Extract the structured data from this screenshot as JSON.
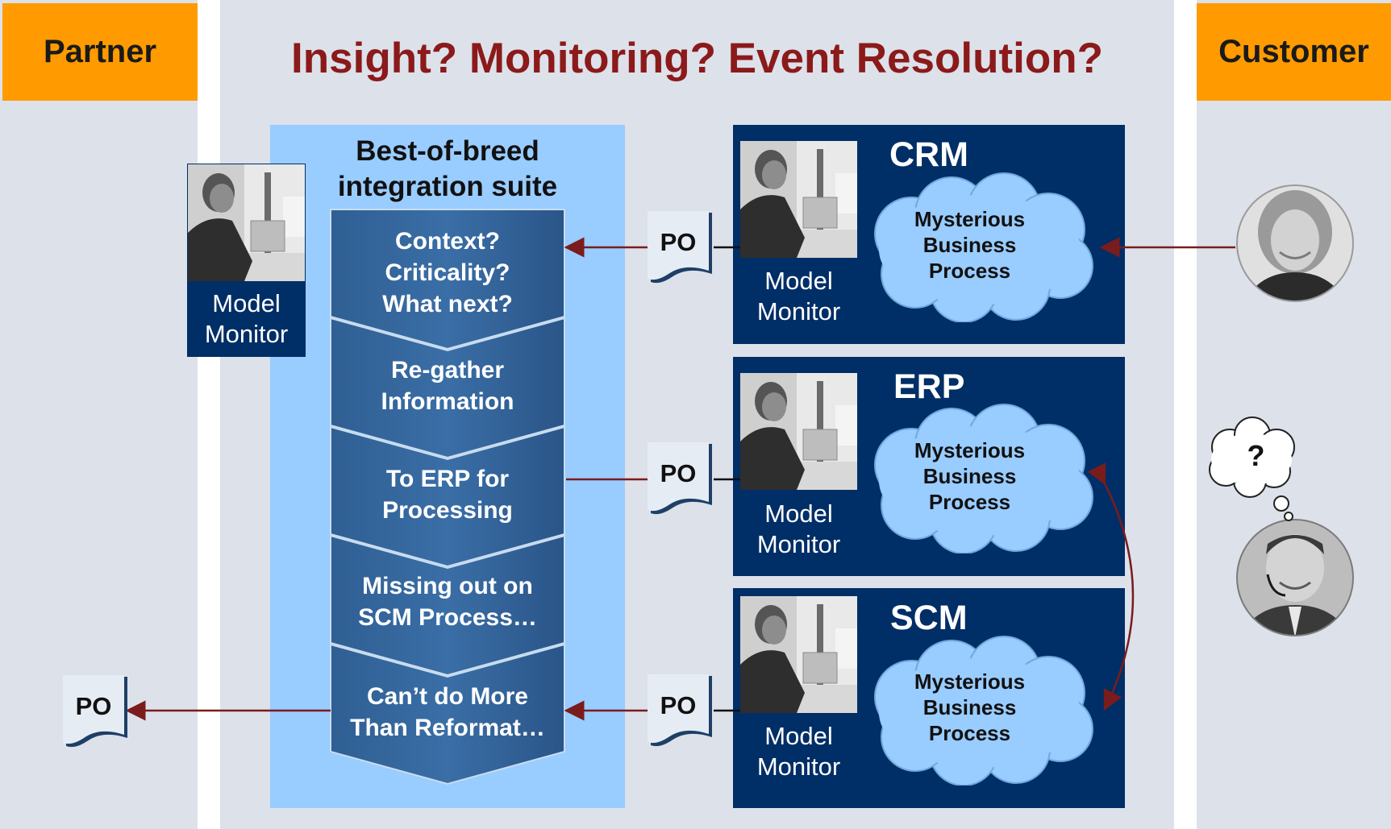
{
  "lanes": {
    "partner": {
      "label": "Partner"
    },
    "customer": {
      "label": "Customer"
    }
  },
  "title": "Insight? Monitoring? Event Resolution?",
  "suite": {
    "title_line1": "Best-of-breed",
    "title_line2": "integration suite",
    "steps": [
      {
        "lines": [
          "Context?",
          "Criticality?",
          "What next?"
        ]
      },
      {
        "lines": [
          "Re-gather",
          "Information"
        ]
      },
      {
        "lines": [
          "To ERP for",
          "Processing"
        ]
      },
      {
        "lines": [
          "Missing out on",
          "SCM Process…"
        ]
      },
      {
        "lines": [
          "Can’t do More",
          "Than Reformat…"
        ]
      }
    ]
  },
  "model_monitor": {
    "line1": "Model",
    "line2": "Monitor"
  },
  "systems": [
    {
      "name": "CRM",
      "process": [
        "Mysterious",
        "Business",
        "Process"
      ]
    },
    {
      "name": "ERP",
      "process": [
        "Mysterious",
        "Business",
        "Process"
      ]
    },
    {
      "name": "SCM",
      "process": [
        "Mysterious",
        "Business",
        "Process"
      ]
    }
  ],
  "po_label": "PO",
  "thought_bubble": "?",
  "colors": {
    "lane_bg": "#dde1ea",
    "lane_header": "#ff9b00",
    "title": "#8b1a1a",
    "suite_bg": "#99ccff",
    "system_bg": "#002e66",
    "step_fill": "#336699",
    "cloud": "#99ccff",
    "arrow": "#7a1c1c"
  },
  "icons": [
    "person-at-computer-photo",
    "customer-woman-photo",
    "support-agent-photo",
    "document-icon",
    "thought-bubble-icon",
    "cloud-shape"
  ]
}
